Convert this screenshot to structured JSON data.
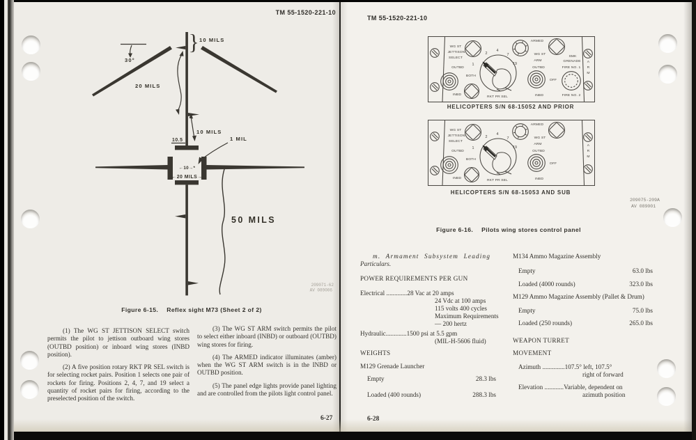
{
  "colors": {
    "page_left_bg": "#eeece7",
    "page_right_bg": "#f3f1ec",
    "ink": "#33312c",
    "line": "#4b4843",
    "frame": "#060605"
  },
  "icons": {
    "screw": "hatched-circle",
    "knob": "clover-dial",
    "toggle": "concentric-rings",
    "armed_lamp": "ticked-circle-lamp",
    "fire_button": "dashed-circle-button",
    "hand": "pointing-hand-with-arrow"
  },
  "left_page": {
    "header": "TM 55-1520-221-10",
    "page_number": "6-27",
    "figure": {
      "caption_label": "Figure 6-15.",
      "caption_text": "Reflex sight M73 (Sheet 2 of 2)",
      "labels": {
        "mils10_top": "10 MILS",
        "deg30": "30°",
        "mils20": "20 MILS",
        "mils10_mid": "10 MILS",
        "ten_five": "10.5",
        "one_mil": "1 MIL",
        "gap10": "←10→*",
        "gap20": "←20 MILS→",
        "mils50": "50 MILS",
        "brace": "}"
      },
      "drawing_number": "209071-62",
      "drawing_number2": "AV 089006"
    },
    "paragraphs_col1": [
      "(1)   The WG ST JETTISON SELECT switch permits the pilot to jettison outboard wing stores (OUTBD position) or inboard wing stores (INBD position).",
      "(2)   A five position rotary RKT PR SEL switch is for selecting rocket pairs. Position 1 selects one pair of rockets for firing. Positions 2, 4, 7, and 19 select a quantity of rocket pairs for firing, according to the preselected position of the switch."
    ],
    "paragraphs_col2": [
      "(3)   The WG ST ARM switch permits the pilot to select either inboard (INBD) or outboard (OUTBD) wing stores for firing.",
      "(4)   The ARMED indicator illuminates (amber) when the WG ST ARM switch is in the INBD or OUTBD position.",
      "(5)   The panel edge lights provide panel lighting and are controlled from the pilots light control panel."
    ]
  },
  "right_page": {
    "header": "TM 55-1520-221-10",
    "page_number": "6-28",
    "panel_labels": {
      "wg_st": "WG ST",
      "jettison": "JETTISON",
      "select": "SELECT",
      "outbd": "OUTBD",
      "inbd": "INBD",
      "both": "BOTH",
      "rkt_pr_sel": "RKT PR SEL",
      "armed": "ARMED",
      "wg_st_arm_1": "WG ST",
      "wg_st_arm_2": "ARM",
      "off": "OFF",
      "smk": "SMK",
      "grenade": "GRENADE",
      "fire_no_1": "FIRE NO. 1",
      "fire_no_2": "FIRE NO. 2",
      "arm_a": "A",
      "arm_r": "R",
      "arm_m": "M",
      "dial_numbers": [
        "1",
        "2",
        "4",
        "7",
        "19"
      ]
    },
    "panel1_caption": "HELICOPTERS S/N 68-15052 AND PRIOR",
    "panel2_caption": "HELICOPTERS S/N 68-15053 AND SUB",
    "drawing_number": "209075-209A",
    "drawing_number2": "AV 089001",
    "figure_caption_label": "Figure 6-16.",
    "figure_caption_text": "Pilots wing stores control panel",
    "leading": {
      "h1": "m.  Armament  Subsystem  Leading",
      "h2": "Particulars.",
      "power_title": "POWER REQUIREMENTS PER GUN",
      "elec1": "Electrical .............28 Vac at 20 amps",
      "elec2": "24 Vdc at 100 amps",
      "elec3": "115 volts 400 cycles",
      "elec4": "Maximum Requirements",
      "elec5": "— 200 hertz",
      "hyd1": "Hydraulic.............1500 psi at 5.5 gpm",
      "hyd2": "(MIL-H-5606 fluid)",
      "weights_title": "WEIGHTS",
      "m129_launcher": "M129 Grenade Launcher",
      "rows_launcher": [
        {
          "label": "Empty",
          "value": "28.3 lbs"
        },
        {
          "label": "Loaded (400 rounds)",
          "value": "288.3 lbs"
        }
      ],
      "m134_heading": "M134 Ammo Magazine Assembly",
      "rows_m134": [
        {
          "label": "Empty",
          "value": "63.0 lbs"
        },
        {
          "label": "Loaded (4000 rounds)",
          "value": "323.0 lbs"
        }
      ],
      "m129_heading": "M129 Ammo Magazine Assembly (Pallet & Drum)",
      "rows_m129": [
        {
          "label": "Empty",
          "value": "75.0 lbs"
        },
        {
          "label": "Loaded (250 rounds)",
          "value": "265.0 lbs"
        }
      ],
      "weapon_turret": "WEAPON TURRET",
      "movement": "MOVEMENT",
      "azimuth1": "Azimuth ..............107.5° left, 107.5°",
      "azimuth2": "right of forward",
      "elevation1": "Elevation ............Variable, dependent on",
      "elevation2": "azimuth position"
    }
  }
}
